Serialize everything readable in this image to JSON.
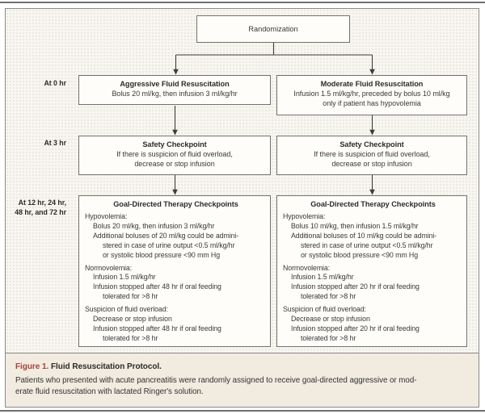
{
  "palette": {
    "accent_red": "#a8423b",
    "frame_border": "#8a8a8a",
    "box_border": "#74726d",
    "flow_background": "#f8f6f1",
    "caption_background": "#f1ebe0"
  },
  "flowchart": {
    "root_label": "Randomization",
    "row_labels": {
      "r0": "At 0 hr",
      "r3": "At 3 hr",
      "r12_line1": "At 12 hr, 24 hr,",
      "r12_line2": "48 hr, and 72 hr"
    },
    "aggressive": {
      "start": {
        "title": "Aggressive Fluid Resuscitation",
        "line1": "Bolus 20 ml/kg, then infusion 3 ml/kg/hr"
      },
      "safety": {
        "title": "Safety Checkpoint",
        "line1": "If there is suspicion of fluid overload,",
        "line2": "decrease or stop infusion"
      },
      "goal": {
        "title": "Goal-Directed Therapy Checkpoints",
        "hypo_h": "Hypovolemia:",
        "hypo_1": "Bolus 20 ml/kg, then infusion 3 ml/kg/hr",
        "hypo_2": "Additional boluses of 20 ml/kg could be admini-",
        "hypo_3": "stered in case of urine output <0.5 ml/kg/hr",
        "hypo_4": "or systolic blood pressure <90 mm Hg",
        "normo_h": "Normovolemia:",
        "normo_1": "Infusion 1.5 ml/kg/hr",
        "normo_2": "Infusion stopped after 48 hr if oral feeding",
        "normo_3": "tolerated for >8 hr",
        "overload_h": "Suspicion of fluid overload:",
        "overload_1": "Decrease or stop infusion",
        "overload_2": "Infusion stopped after 48 hr if oral feeding",
        "overload_3": "tolerated for >8 hr"
      }
    },
    "moderate": {
      "start": {
        "title": "Moderate Fluid Resuscitation",
        "line1": "Infusion 1.5 ml/kg/hr, preceded by bolus 10 ml/kg",
        "line2": "only if patient has hypovolemia"
      },
      "safety": {
        "title": "Safety Checkpoint",
        "line1": "If there is suspicion of fluid overload,",
        "line2": "decrease or stop infusion"
      },
      "goal": {
        "title": "Goal-Directed Therapy Checkpoints",
        "hypo_h": "Hypovolemia:",
        "hypo_1": "Bolus 10 ml/kg, then infusion 1.5 ml/kg/hr",
        "hypo_2": "Additional boluses of 10 ml/kg could be admini-",
        "hypo_3": "stered in case of urine output <0.5 ml/kg/hr",
        "hypo_4": "or systolic blood pressure <90 mm Hg",
        "normo_h": "Normovolemia:",
        "normo_1": "Infusion 1.5 ml/kg/hr",
        "normo_2": "Infusion stopped after 20 hr if oral feeding",
        "normo_3": "tolerated for >8 hr",
        "overload_h": "Suspicion of fluid overload:",
        "overload_1": "Decrease or stop infusion",
        "overload_2": "Infusion stopped after 20 hr if oral feeding",
        "overload_3": "tolerated for >8 hr"
      }
    }
  },
  "caption": {
    "label": "Figure 1.",
    "title": "Fluid Resuscitation Protocol.",
    "body_line1": "Patients who presented with acute pancreatitis were randomly assigned to receive goal-directed aggressive or mod-",
    "body_line2": "erate fluid resuscitation with lactated Ringer's solution."
  }
}
